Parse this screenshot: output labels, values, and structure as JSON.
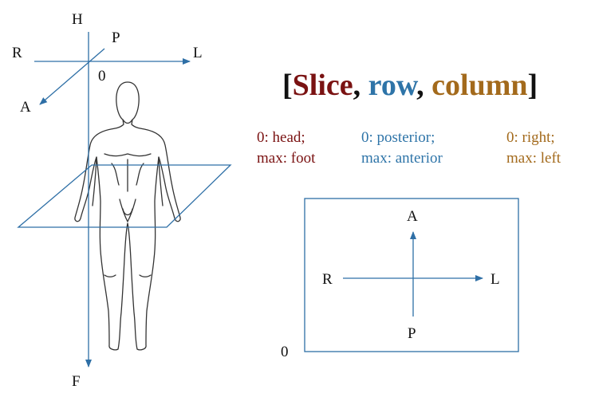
{
  "title": {
    "open_bracket": "[",
    "slice": "Slice",
    "sep1": ", ",
    "row": "row",
    "sep2": ", ",
    "column": "column",
    "close_bracket": "]"
  },
  "axes3d": {
    "head": "H",
    "foot": "F",
    "right": "R",
    "left": "L",
    "posterior": "P",
    "anterior": "A",
    "origin": "0"
  },
  "legend": {
    "slice": {
      "line1": "0: head;",
      "line2": "max: foot"
    },
    "row": {
      "line1": "0: posterior;",
      "line2": "max: anterior"
    },
    "column": {
      "line1": "0: right;",
      "line2": "max: left"
    }
  },
  "slice_box": {
    "anterior": "A",
    "posterior": "P",
    "right": "R",
    "left": "L",
    "origin": "0"
  },
  "colors": {
    "slice": "#7a1212",
    "row": "#2e74a8",
    "column": "#a36a1c",
    "axis": "#2e6fa6",
    "text": "#111111"
  }
}
